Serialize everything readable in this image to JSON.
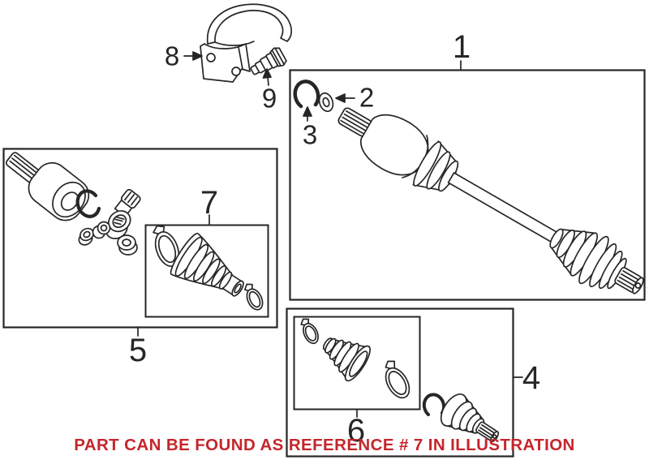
{
  "illustration": {
    "background": "#ffffff",
    "line_color": "#262626",
    "note": {
      "text": "PART CAN BE FOUND AS REFERENCE # 7 IN ILLUSTRATION",
      "color": "#c4262c"
    },
    "callouts": [
      {
        "ref": "1",
        "target": "axle-shaft-assembly"
      },
      {
        "ref": "2",
        "target": "washer"
      },
      {
        "ref": "3",
        "target": "snap-ring"
      },
      {
        "ref": "4",
        "target": "outer-cv-joint-kit"
      },
      {
        "ref": "5",
        "target": "inner-cv-joint-assembly"
      },
      {
        "ref": "6",
        "target": "outer-boot-kit"
      },
      {
        "ref": "7",
        "target": "inner-boot-kit"
      },
      {
        "ref": "8",
        "target": "heat-shield-bracket"
      },
      {
        "ref": "9",
        "target": "bolt"
      }
    ]
  }
}
